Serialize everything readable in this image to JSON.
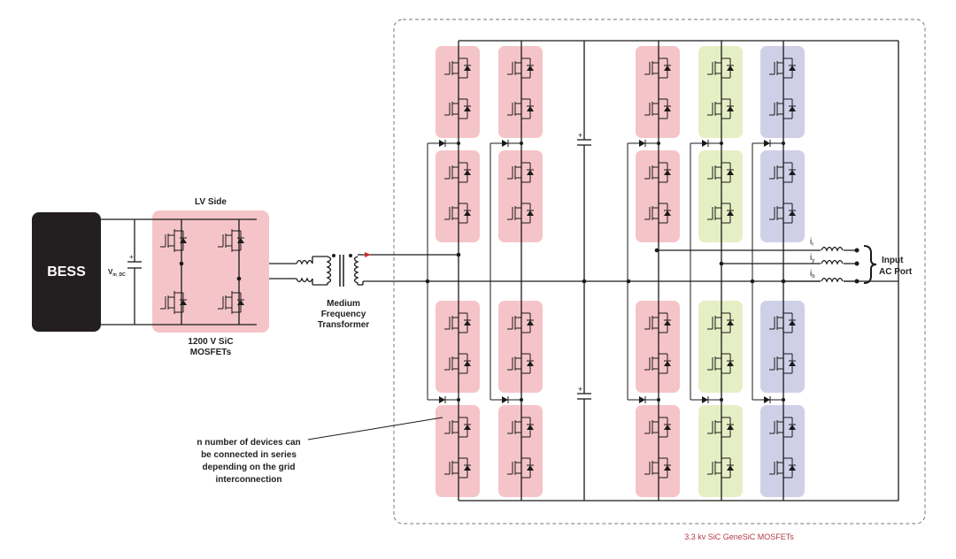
{
  "bess": {
    "label": "BESS"
  },
  "lv_side": {
    "title": "LV Side",
    "vin_main": "V",
    "vin_sub": "in_DC",
    "plus": "+"
  },
  "lv_devices": {
    "line1": "1200 V SiC",
    "line2": "MOSFETs"
  },
  "transformer": {
    "line1": "Medium",
    "line2": "Frequency",
    "line3": "Transformer"
  },
  "note": {
    "line1": "n number of devices can",
    "line2": "be connected in series",
    "line3": "depending on the grid",
    "line4": "interconnection"
  },
  "ac_port": {
    "line1": "Input",
    "line2": "AC Port",
    "currents": [
      {
        "main": "i",
        "sub": "r"
      },
      {
        "main": "i",
        "sub": "y"
      },
      {
        "main": "i",
        "sub": "b"
      }
    ]
  },
  "hv_devices": {
    "label": "3.3 kv SiC GeneSiC MOSFETs"
  },
  "colors": {
    "bess_fill": "#231f20",
    "phase_pink": "#f5c4c8",
    "phase_green": "#e6efc4",
    "phase_blue": "#cfd0e8",
    "caption_red": "#b23a48",
    "flow_arrow": "#d12b2b"
  }
}
